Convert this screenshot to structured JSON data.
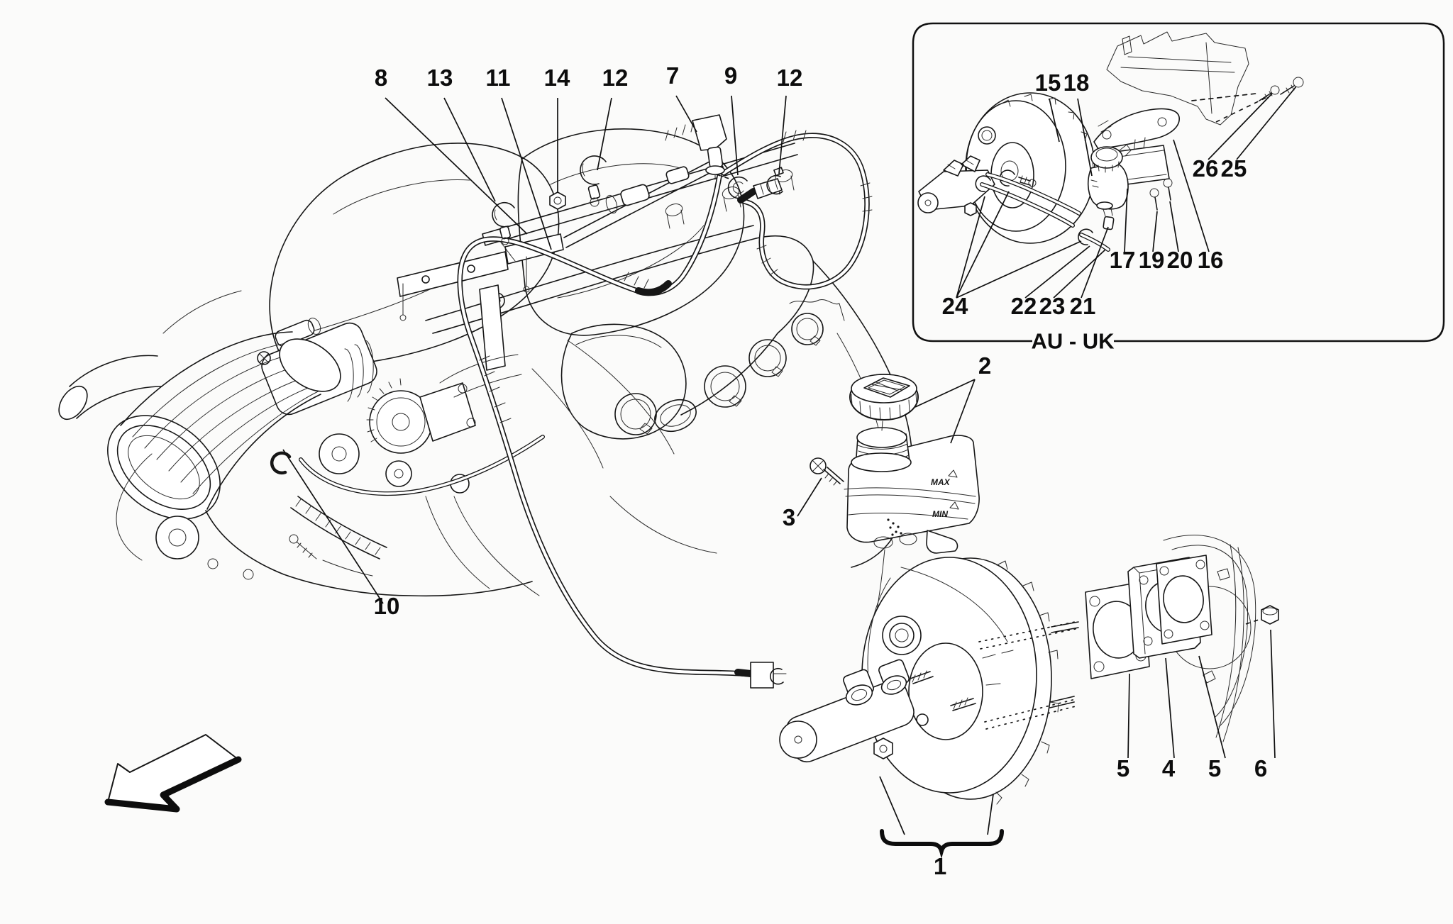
{
  "diagram": {
    "inset_caption": "AU - UK",
    "reservoir_markings": {
      "max": "MAX",
      "min": "MIN"
    },
    "callouts": {
      "top": [
        "8",
        "13",
        "11",
        "14",
        "12",
        "7",
        "9",
        "12"
      ],
      "mid": [
        "2",
        "3",
        "10"
      ],
      "bottom": [
        "1",
        "5",
        "4",
        "5",
        "6"
      ],
      "inset": [
        "15",
        "18",
        "26",
        "25",
        "17",
        "19",
        "20",
        "16",
        "24",
        "22",
        "23",
        "21"
      ]
    }
  }
}
